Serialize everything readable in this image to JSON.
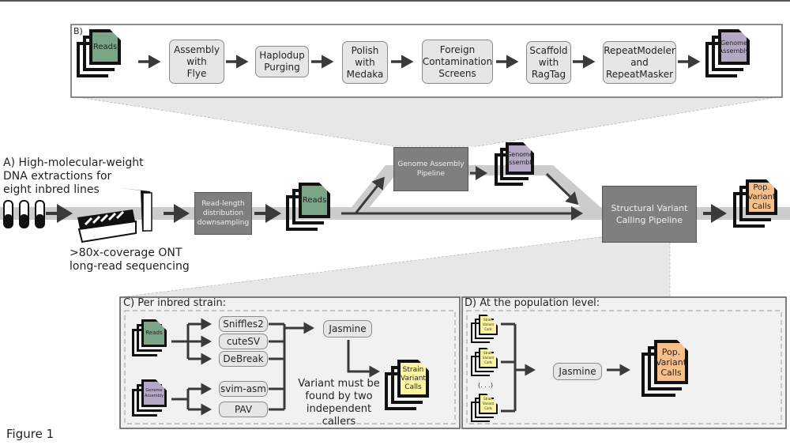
{
  "figure_caption": "Figure 1",
  "colors": {
    "reads": "#7aa587",
    "genome_assembly": "#b5a8c4",
    "strain_variant_calls": "#fbf4a4",
    "pop_variant_calls": "#f7bf8c",
    "step_box": "#e6e6e6",
    "dark_box": "#7f7f7f",
    "flow_band": "#cccccc",
    "panel_bg": "#f1f1f1"
  },
  "panel_a": {
    "label": "A) High-molecular-weight\nDNA extractions for\neight inbred lines",
    "sequencing_label": ">80x-coverage ONT\nlong-read sequencing",
    "downsampling_box": "Read-length\ndistribution\ndownsampling",
    "reads_doc": "Reads",
    "assembly_pipeline_box": "Genome Assembly\nPipeline",
    "genome_assembly_doc": "Genome\nAssembly",
    "sv_pipeline_box": "Structural Variant\nCalling Pipeline",
    "pop_calls_doc": "Pop.\nVariant\nCalls"
  },
  "panel_b": {
    "label": "B)",
    "input_doc": "Reads",
    "steps": [
      "Assembly\nwith\nFlye",
      "Haplodup\nPurging",
      "Polish\nwith\nMedaka",
      "Foreign\nContamination\nScreens",
      "Scaffold\nwith\nRagTag",
      "RepeatModeler\nand\nRepeatMasker"
    ],
    "output_doc": "Genome\nAssembly"
  },
  "panel_c": {
    "label": "C) Per inbred strain:",
    "reads_doc": "Reads",
    "assembly_doc": "Genome\nAssembly",
    "read_callers": [
      "Sniffles2",
      "cuteSV",
      "DeBreak"
    ],
    "assembly_callers": [
      "svim-asm",
      "PAV"
    ],
    "merger": "Jasmine",
    "note": "Variant must be\nfound by two\nindependent callers",
    "output_doc": "Strain\nVariant\nCalls"
  },
  "panel_d": {
    "label": "D) At the population level:",
    "input_docs": [
      "Strain\nVariant\nCalls",
      "Strain\nVariant\nCalls",
      "Strain\nVariant\nCalls"
    ],
    "ellipsis": "(. . .)",
    "merger": "Jasmine",
    "output_doc": "Pop.\nVariant\nCalls"
  }
}
